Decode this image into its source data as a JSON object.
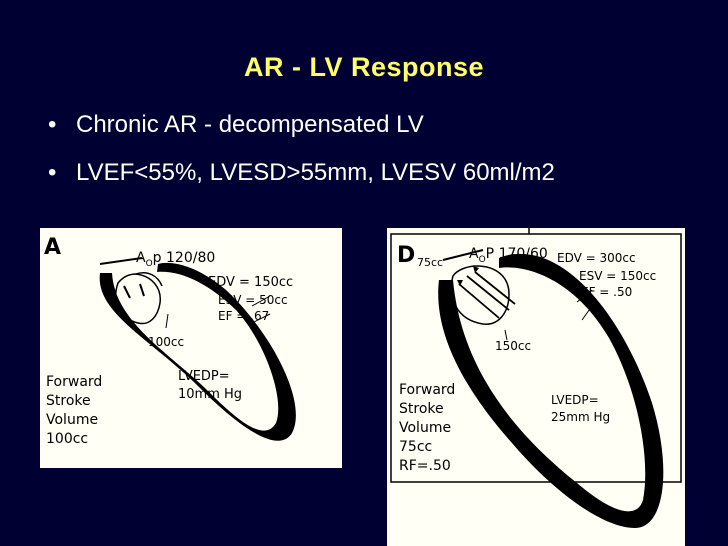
{
  "slide": {
    "title": "AR - LV Response",
    "bullets": [
      "Chronic AR - decompensated LV",
      "LVEF<55%, LVESD>55mm, LVESV 60ml/m2"
    ]
  },
  "panel_a": {
    "letter": "A",
    "ao_label": "A",
    "ao_sub": "O",
    "ao_value": "p 120/80",
    "edv": "EDV = 150cc",
    "esv": "ESV = 50cc",
    "ef": "EF = .67",
    "regurg": "100cc",
    "lvedp_1": "LVEDP=",
    "lvedp_2": "10mm Hg",
    "forward_lines": [
      "Forward",
      "Stroke",
      "Volume",
      "100cc"
    ]
  },
  "panel_d": {
    "letter": "D",
    "small_label": "75cc",
    "ao_label": "A",
    "ao_sub": "O",
    "ao_value": "P 170/60",
    "edv": "EDV = 300cc",
    "esv": "ESV = 150cc",
    "ef": "EF = .50",
    "regurg": "150cc",
    "lvedp_1": "LVEDP=",
    "lvedp_2": "25mm Hg",
    "forward_lines": [
      "Forward",
      "Stroke",
      "Volume",
      "75cc",
      "RF=.50"
    ]
  }
}
